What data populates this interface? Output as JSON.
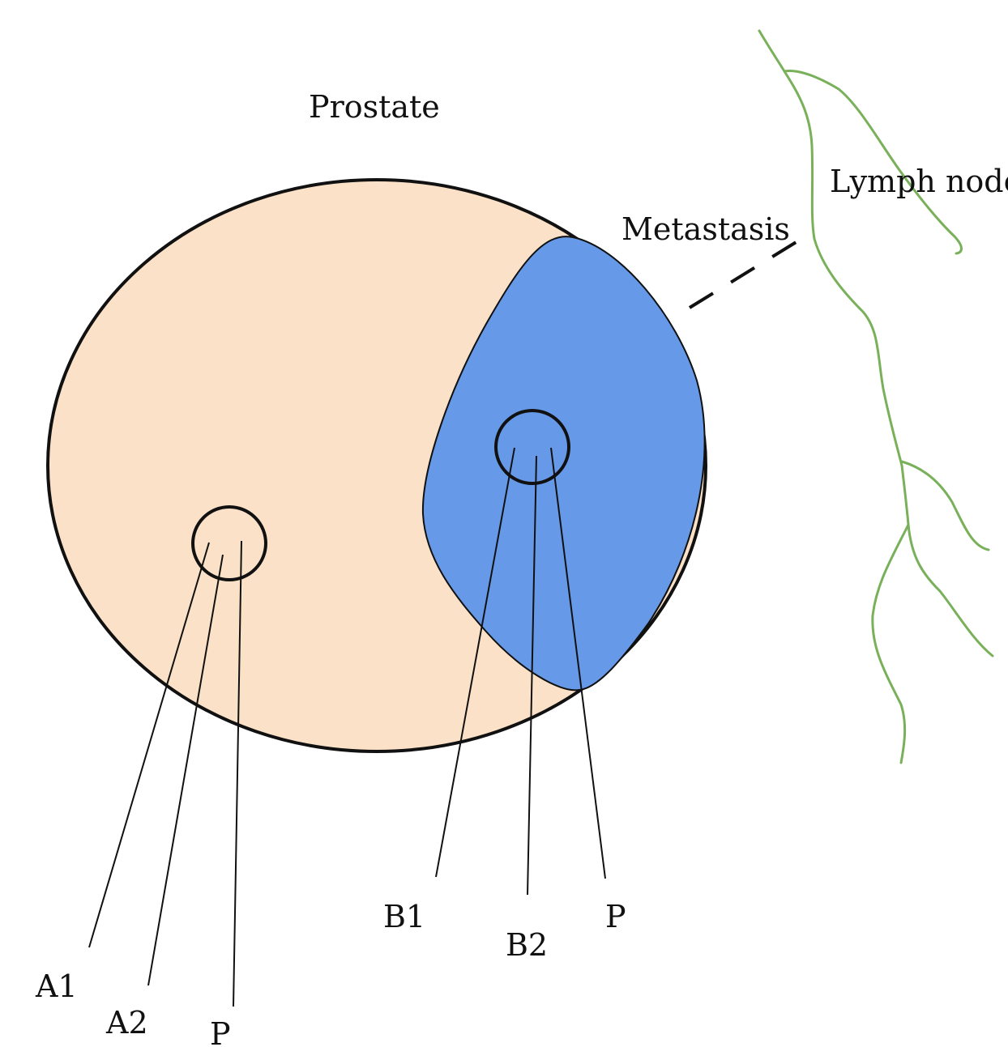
{
  "labels": {
    "prostate": "Prostate",
    "metastasis": "Metastasis",
    "lymph_node": "Lymph node",
    "a1": "A1",
    "a2": "A2",
    "p_left": "P",
    "b1": "B1",
    "b2": "B2",
    "p_right": "P"
  },
  "colors": {
    "prostate_fill": "#fae1c8",
    "metastasis_fill": "#6699e8",
    "lymph_vessel": "#79b05a",
    "outline": "#111111"
  }
}
